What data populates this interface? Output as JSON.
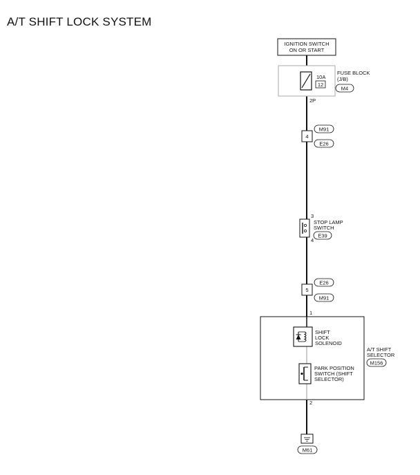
{
  "title": "A/T SHIFT LOCK SYSTEM",
  "ignition": {
    "line1": "IGNITION SWITCH",
    "line2": "ON OR START"
  },
  "fuse": {
    "amps": "10A",
    "number": "12",
    "block_line1": "FUSE BLOCK",
    "block_line2": "(J/B)",
    "connector": "M4",
    "pin_out": "2P"
  },
  "joint1": {
    "pin": "4",
    "connector_top": "M91",
    "connector_bottom": "E26"
  },
  "stop_lamp": {
    "pin_top": "3",
    "pin_bottom": "4",
    "line1": "STOP LAMP",
    "line2": "SWITCH",
    "connector": "E39"
  },
  "joint2": {
    "pin": "5",
    "connector_top": "E26",
    "connector_bottom": "M91"
  },
  "selector": {
    "pin_in": "1",
    "pin_out": "2",
    "solenoid": {
      "line1": "SHIFT",
      "line2": "LOCK",
      "line3": "SOLENOID"
    },
    "park_switch": {
      "line1": "PARK POSITION",
      "line2": "SWITCH (SHIFT",
      "line3": "SELECTOR)"
    },
    "unit_line1": "A/T SHIFT",
    "unit_line2": "SELECTOR",
    "connector": "M156"
  },
  "ground": {
    "connector": "M61"
  },
  "colors": {
    "line": "#111111",
    "shade": "#cccccc"
  }
}
